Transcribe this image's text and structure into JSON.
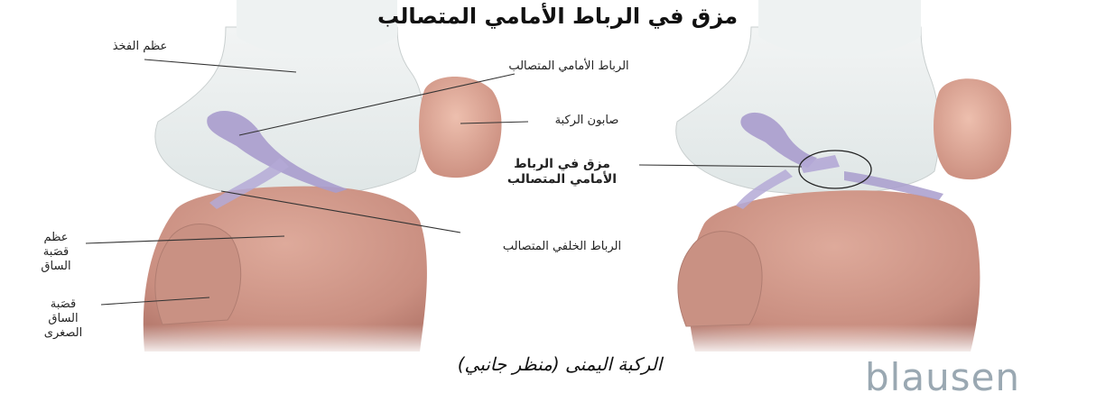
{
  "title": "مزق في الرباط الأمامي المتصالب",
  "caption": "الركبة اليمنى (منظر جانبي)",
  "brand": "blausen",
  "labels": {
    "femur": "عظم الفخذ",
    "acl": "الرباط الأمامي المتصالب",
    "patella": "صابون الركبة",
    "acl_tear_line1": "مزق في الرباط",
    "acl_tear_line2": "الأمامي المتصالب",
    "pcl": "الرباط الخلفي المتصالب",
    "tibia_line1": "عظم",
    "tibia_line2": "قصَبة",
    "tibia_line3": "الساق",
    "fibula_line1": "قصَبة",
    "fibula_line2": "الساق",
    "fibula_line3": "الصغرى"
  },
  "colors": {
    "bone": "#e9efef",
    "tibia": "#d49d8e",
    "patella": "#e3ad9a",
    "ligament": "#a89ccd",
    "brand": "#9aa8b2"
  }
}
